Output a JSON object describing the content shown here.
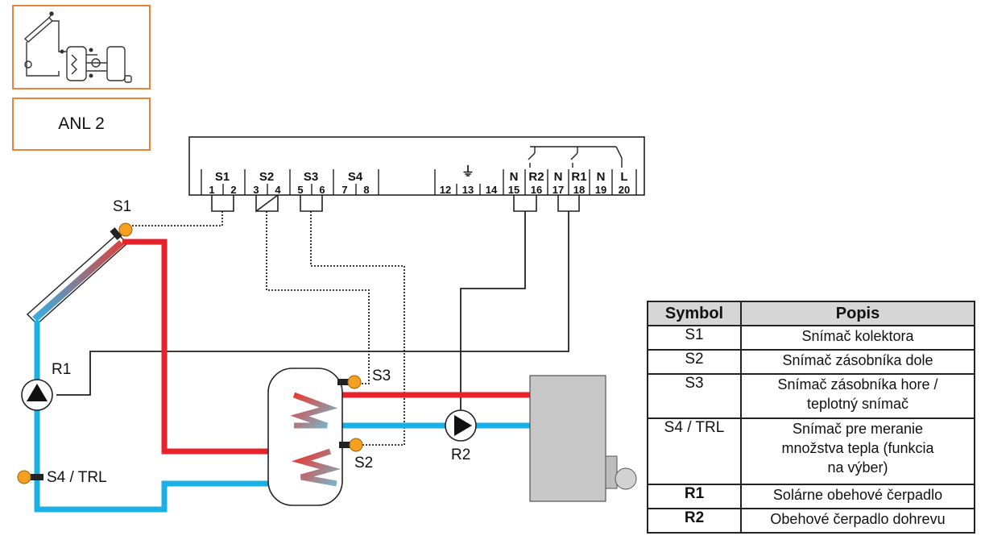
{
  "variant_label": "ANL 2",
  "terminals": {
    "groups": [
      "S1",
      "S2",
      "S3",
      "S4",
      "N",
      "R2",
      "N",
      "R1",
      "N",
      "L"
    ],
    "numbers": [
      "1",
      "2",
      "3",
      "4",
      "5",
      "6",
      "7",
      "8",
      "12",
      "13",
      "14",
      "15",
      "16",
      "17",
      "18",
      "19",
      "20"
    ],
    "ground_symbol": "⏚"
  },
  "diagram_labels": {
    "s1": "S1",
    "s2": "S2",
    "s3": "S3",
    "s4": "S4 / TRL",
    "r1": "R1",
    "r2": "R2"
  },
  "legend": {
    "header_symbol": "Symbol",
    "header_desc": "Popis",
    "rows": [
      {
        "symbol": "S1",
        "desc": "Snímač kolektora"
      },
      {
        "symbol": "S2",
        "desc": "Snímač zásobníka dole"
      },
      {
        "symbol": "S3",
        "desc": "Snímač zásobníka hore / teplotný snímač"
      },
      {
        "symbol": "S4 / TRL",
        "desc": "Snímač pre meranie množstva tepla (funkcia na výber)"
      },
      {
        "symbol": "R1",
        "desc": "Solárne obehové čerpadlo"
      },
      {
        "symbol": "R2",
        "desc": "Obehové čerpadlo dohrevu"
      }
    ]
  },
  "colors": {
    "hot_pipe": "#e8212b",
    "cold_pipe": "#1ab0e6",
    "sensor": "#f5a020",
    "frame_accent": "#e8833a",
    "boiler": "#c8c8c8"
  }
}
